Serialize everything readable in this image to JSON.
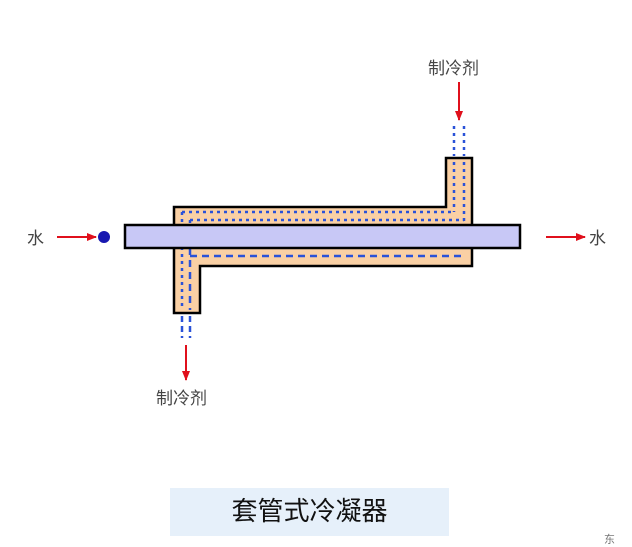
{
  "labels": {
    "water_in": "水",
    "water_out": "水",
    "refrigerant_in": "制冷剂",
    "refrigerant_out": "制冷剂"
  },
  "caption": "套管式冷凝器",
  "corner_mark": "东",
  "colors": {
    "refrigerant_fill": "#fad0a4",
    "inner_tube_fill": "#c8c8f6",
    "outline": "#000000",
    "arrow": "#e0101c",
    "flow_dash": "#2a52d8",
    "water_dot": "#1818b0",
    "caption_bg": "#e6f0fa"
  }
}
